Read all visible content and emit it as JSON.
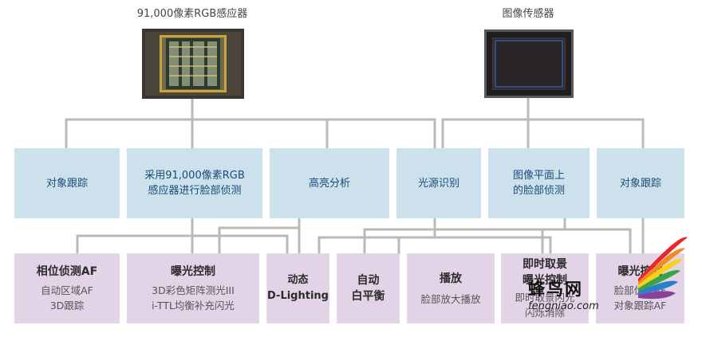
{
  "sensors": {
    "rgb_title": "91,000像素RGB感应器",
    "image_title": "图像传感器"
  },
  "functions": [
    {
      "label": "对象跟踪"
    },
    {
      "label": "采用91,000像素RGB\n感应器进行脸部侦测"
    },
    {
      "label": "高亮分析"
    },
    {
      "label": "光源识别"
    },
    {
      "label": "图像平面上\n的脸部侦测"
    },
    {
      "label": "对象跟踪"
    }
  ],
  "outputs": [
    {
      "title": "相位侦测AF",
      "sub": "自动区域AF\n3D跟踪"
    },
    {
      "title": "曝光控制",
      "sub": "3D彩色矩阵测光III\ni-TTL均衡补充闪光"
    },
    {
      "title": "动态\nD-Lighting",
      "sub": ""
    },
    {
      "title": "自动\n白平衡",
      "sub": ""
    },
    {
      "title": "播放",
      "sub": "脸部放大播放"
    },
    {
      "title": "即时取景\n曝光控制",
      "sub": "即时取景闪光\n闪烁消除"
    },
    {
      "title": "曝光控制",
      "sub": "脸部优先AF\n对象跟踪AF"
    }
  ],
  "watermark": {
    "text": "蜂鸟网",
    "url": "fengniao.com",
    "colors": [
      "#e8262b",
      "#f28c1e",
      "#f7d21c",
      "#3aa346",
      "#2a7fc9",
      "#8a3f98"
    ]
  }
}
